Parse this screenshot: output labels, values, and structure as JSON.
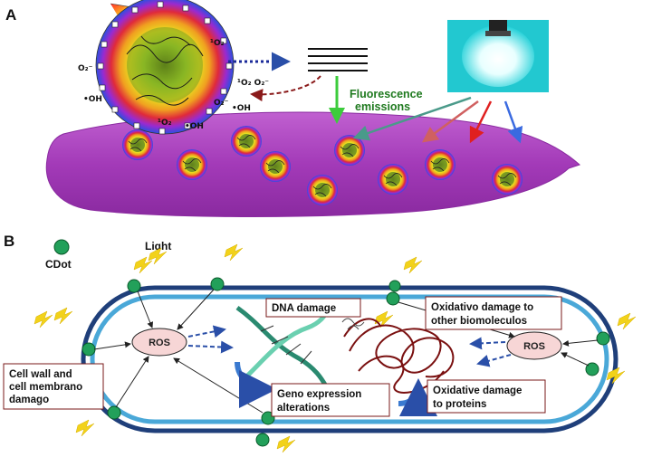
{
  "panels": {
    "a": "A",
    "b": "B"
  },
  "panel_a": {
    "fluorescence_label": [
      "Fluorescence",
      "emissions"
    ],
    "ros_symbols": [
      {
        "id": "o2-singlet-top",
        "text": "¹O₂"
      },
      {
        "id": "o2-superoxide-left",
        "text": "O₂⁻"
      },
      {
        "id": "oh-left",
        "text": "•OH"
      },
      {
        "id": "o2-pair-right",
        "text": "¹O₂ O₂⁻"
      },
      {
        "id": "oh-right",
        "text": "•OH"
      },
      {
        "id": "o2-superoxide-right",
        "text": "O₂⁻"
      },
      {
        "id": "o2-singlet-bottom",
        "text": "¹O₂"
      },
      {
        "id": "oh-bottom",
        "text": "•OH"
      }
    ]
  },
  "panel_b": {
    "cdot_label": "CDot",
    "light_label": "Light",
    "ros_left": "ROS",
    "ros_right": "ROS",
    "boxes": {
      "dna": "DNA damage",
      "oxidative_other": [
        "Oxidativo damage to",
        "other biomoleculos"
      ],
      "cell_wall": [
        "Cell wall and",
        "cell membrano",
        "damago"
      ],
      "gene": [
        "Geno expression",
        "alterations"
      ],
      "proteins": [
        "Oxidative damage",
        "to proteins"
      ]
    }
  },
  "colors": {
    "cell_body": "#a640c0",
    "membrane_outer": "#1f3f7a",
    "membrane_inner": "#4aa8d8",
    "cdot": "#22a05a",
    "lightning": "#f2d21a",
    "box_border": "#7a1a1a",
    "ros_fill": "#f7d6d6",
    "arrow_blue": "#2a4fa8",
    "green_arrow": "#3ccc3c",
    "rna": "#7a1010"
  }
}
